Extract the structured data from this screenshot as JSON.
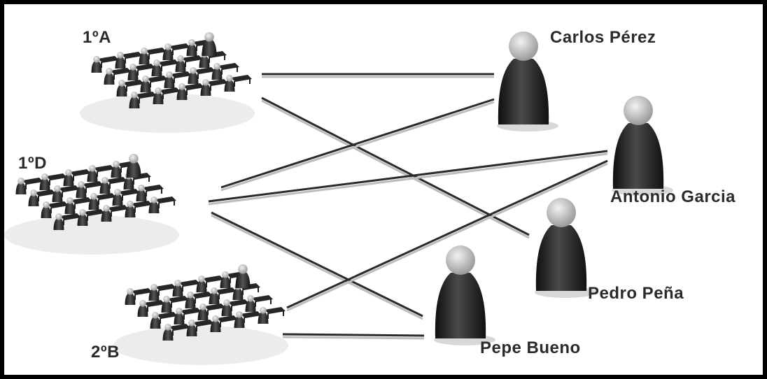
{
  "groups": [
    {
      "id": "1A",
      "label": "1ºA"
    },
    {
      "id": "1D",
      "label": "1ºD"
    },
    {
      "id": "2B",
      "label": "2ºB"
    }
  ],
  "teachers": [
    {
      "id": "carlos",
      "label": "Carlos Pérez"
    },
    {
      "id": "antonio",
      "label": "Antonio Garcia"
    },
    {
      "id": "pedro",
      "label": "Pedro Peña"
    },
    {
      "id": "pepe",
      "label": "Pepe Bueno"
    }
  ],
  "connections": [
    [
      "1A",
      "carlos"
    ],
    [
      "1A",
      "pedro"
    ],
    [
      "1D",
      "carlos"
    ],
    [
      "1D",
      "antonio"
    ],
    [
      "1D",
      "pepe"
    ],
    [
      "2B",
      "antonio"
    ],
    [
      "2B",
      "pepe"
    ]
  ],
  "colors": {
    "line": "#2a2a2a",
    "figure_dark": "#1c1c1c",
    "figure_head": "#c4c4c4",
    "desk": "#262626",
    "border": "#000000"
  }
}
